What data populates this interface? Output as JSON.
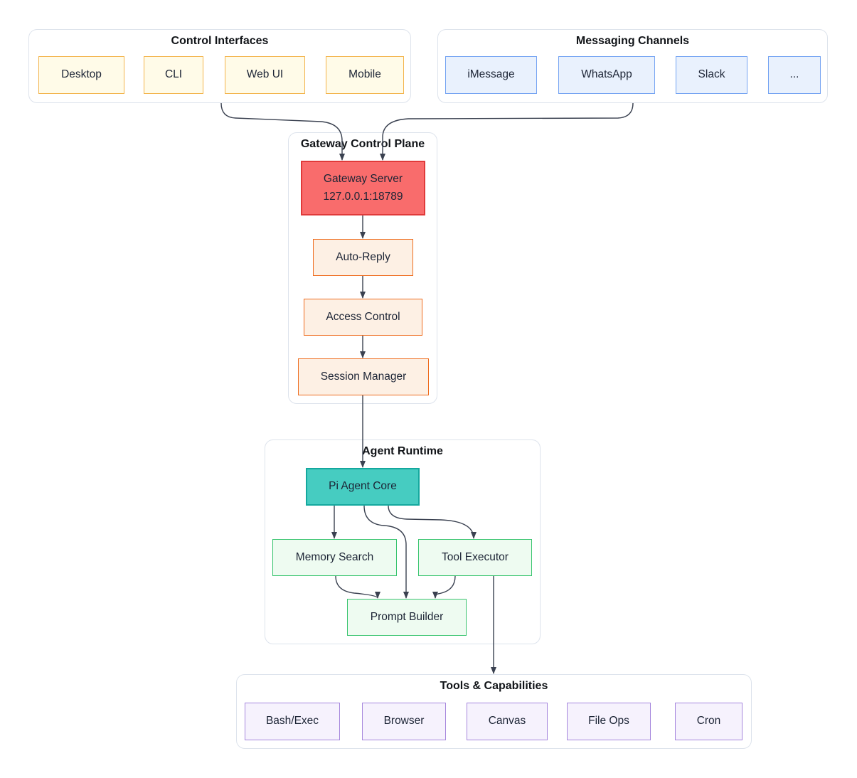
{
  "palette": {
    "control_fill": "#fffbe8",
    "control_border": "#f3b44c",
    "messaging_fill": "#e9f1fd",
    "messaging_border": "#74a3f2",
    "server_fill": "#f96c6c",
    "server_border": "#e03a3a",
    "stage_fill": "#fdf0e4",
    "stage_border": "#ee6c1e",
    "core_fill": "#46ccc1",
    "core_border": "#14a89e",
    "runtime_fill": "#eefbf1",
    "runtime_border": "#38c46e",
    "tool_fill": "#f6f2fd",
    "tool_border": "#a687dd",
    "edge_color": "#3a4150",
    "frame_border": "#dde3ec",
    "node_text": "#1c2435",
    "title_text": "#111418"
  },
  "groups": {
    "control": {
      "title": "Control Interfaces",
      "nodes": {
        "desktop": "Desktop",
        "cli": "CLI",
        "webui": "Web UI",
        "mobile": "Mobile"
      }
    },
    "messaging": {
      "title": "Messaging Channels",
      "nodes": {
        "imessage": "iMessage",
        "whatsapp": "WhatsApp",
        "slack": "Slack",
        "more": "..."
      }
    },
    "gateway": {
      "title": "Gateway Control Plane",
      "nodes": {
        "server_line1": "Gateway Server",
        "server_line2": "127.0.0.1:18789",
        "autoreply": "Auto-Reply",
        "access": "Access Control",
        "session": "Session Manager"
      }
    },
    "runtime": {
      "title": "Agent Runtime",
      "nodes": {
        "core": "Pi Agent Core",
        "memory": "Memory Search",
        "executor": "Tool Executor",
        "prompt": "Prompt Builder"
      }
    },
    "tools": {
      "title": "Tools & Capabilities",
      "nodes": {
        "bash": "Bash/Exec",
        "browser": "Browser",
        "canvas": "Canvas",
        "fileops": "File Ops",
        "cron": "Cron"
      }
    }
  },
  "edges": [
    {
      "from": "Control Interfaces",
      "to": "Gateway Server"
    },
    {
      "from": "Messaging Channels",
      "to": "Gateway Server"
    },
    {
      "from": "Gateway Server",
      "to": "Auto-Reply"
    },
    {
      "from": "Auto-Reply",
      "to": "Access Control"
    },
    {
      "from": "Access Control",
      "to": "Session Manager"
    },
    {
      "from": "Session Manager",
      "to": "Pi Agent Core"
    },
    {
      "from": "Pi Agent Core",
      "to": "Memory Search"
    },
    {
      "from": "Pi Agent Core",
      "to": "Prompt Builder"
    },
    {
      "from": "Pi Agent Core",
      "to": "Tool Executor"
    },
    {
      "from": "Memory Search",
      "to": "Prompt Builder"
    },
    {
      "from": "Tool Executor",
      "to": "Prompt Builder"
    },
    {
      "from": "Tool Executor",
      "to": "Tools & Capabilities"
    }
  ]
}
